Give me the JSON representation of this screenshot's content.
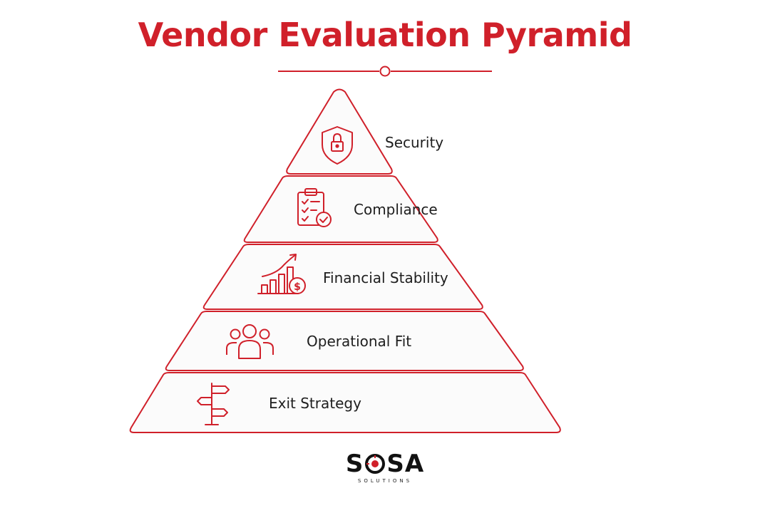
{
  "title": "Vendor Evaluation Pyramid",
  "colors": {
    "accent": "#d0202a",
    "text": "#1e1e1e",
    "tier_fill": "#fbfbfb"
  },
  "tiers": [
    {
      "label": "Security",
      "icon": "shield-lock-icon"
    },
    {
      "label": "Compliance",
      "icon": "clipboard-check-icon"
    },
    {
      "label": "Financial Stability",
      "icon": "growth-chart-dollar-icon"
    },
    {
      "label": "Operational Fit",
      "icon": "team-icon"
    },
    {
      "label": "Exit Strategy",
      "icon": "signpost-icon"
    }
  ],
  "logo": {
    "letter_s1": "S",
    "letters_rest": "SA",
    "subtitle": "SOLUTIONS"
  }
}
